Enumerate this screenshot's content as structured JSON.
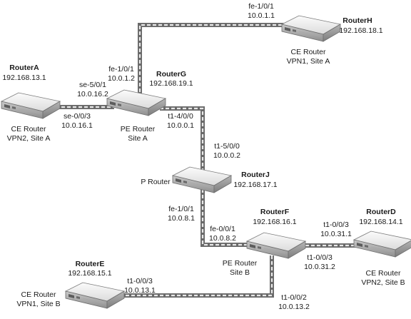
{
  "routers": [
    {
      "id": "routerA",
      "name": "RouterA",
      "ip": "192.168.13.1",
      "role": "CE Router",
      "site": "VPN2, Site A"
    },
    {
      "id": "routerG",
      "name": "RouterG",
      "ip": "192.168.19.1",
      "role": "PE Router",
      "site": "Site A"
    },
    {
      "id": "routerH",
      "name": "RouterH",
      "ip": "192.168.18.1",
      "role": "CE Router",
      "site": "VPN1, Site A"
    },
    {
      "id": "routerJ",
      "name": "RouterJ",
      "ip": "192.168.17.1",
      "role": "P Router",
      "site": ""
    },
    {
      "id": "routerF",
      "name": "RouterF",
      "ip": "192.168.16.1",
      "role": "PE Router",
      "site": "Site B"
    },
    {
      "id": "routerD",
      "name": "RouterD",
      "ip": "192.168.14.1",
      "role": "CE Router",
      "site": "VPN2, Site B"
    },
    {
      "id": "routerE",
      "name": "RouterE",
      "ip": "192.168.15.1",
      "role": "CE Router",
      "site": "VPN1, Site B"
    }
  ],
  "interfaces": {
    "g_to_h": {
      "port": "fe-1/0/1",
      "ip": "10.0.1.2"
    },
    "h_to_g": {
      "port": "fe-1/0/1",
      "ip": "10.0.1.1"
    },
    "g_to_a": {
      "port": "se-5/0/1",
      "ip": "10.0.16.2"
    },
    "a_to_g": {
      "port": "se-0/0/3",
      "ip": "10.0.16.1"
    },
    "g_to_j": {
      "port": "t1-4/0/0",
      "ip": "10.0.0.1"
    },
    "j_to_g": {
      "port": "t1-5/0/0",
      "ip": "10.0.0.2"
    },
    "j_to_f": {
      "port": "fe-1/0/1",
      "ip": "10.0.8.1"
    },
    "f_to_j": {
      "port": "fe-0/0/1",
      "ip": "10.0.8.2"
    },
    "d_to_f": {
      "port": "t1-0/0/3",
      "ip": "10.0.31.1"
    },
    "f_to_d": {
      "port": "t1-0/0/3",
      "ip": "10.0.31.2"
    },
    "e_to_f": {
      "port": "t1-0/0/3",
      "ip": "10.0.13.1"
    },
    "f_to_e": {
      "port": "t1-0/0/2",
      "ip": "10.0.13.2"
    }
  }
}
